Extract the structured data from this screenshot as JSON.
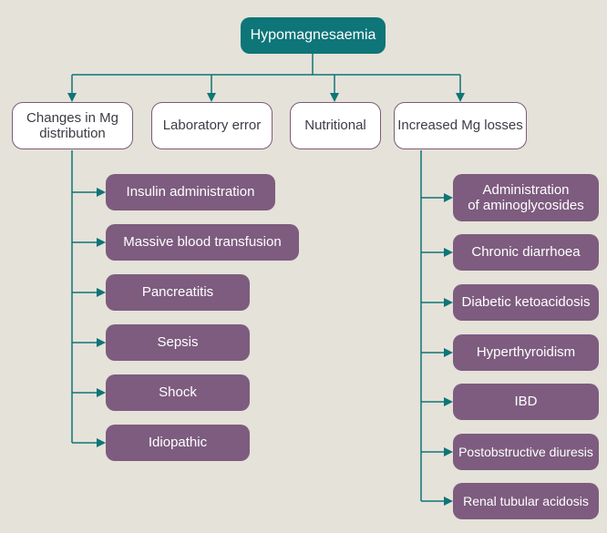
{
  "root": {
    "label": "Hypomagnesaemia"
  },
  "categories": [
    {
      "id": "changes",
      "label": "Changes in Mg\ndistribution"
    },
    {
      "id": "lab",
      "label": "Laboratory error"
    },
    {
      "id": "nutritional",
      "label": "Nutritional"
    },
    {
      "id": "losses",
      "label": "Increased Mg losses"
    }
  ],
  "changes_items": [
    "Insulin administration",
    "Massive blood transfusion",
    "Pancreatitis",
    "Sepsis",
    "Shock",
    "Idiopathic"
  ],
  "losses_items": [
    "Administration\nof aminoglycosides",
    "Chronic diarrhoea",
    "Diabetic ketoacidosis",
    "Hyperthyroidism",
    "IBD",
    "Postobstructive diuresis",
    "Renal tubular acidosis"
  ],
  "colors": {
    "background": "#e5e2d9",
    "root": "#0e7578",
    "connector": "#0e7578",
    "category_border": "#7b5a7a",
    "leaf": "#7d5c7f"
  }
}
